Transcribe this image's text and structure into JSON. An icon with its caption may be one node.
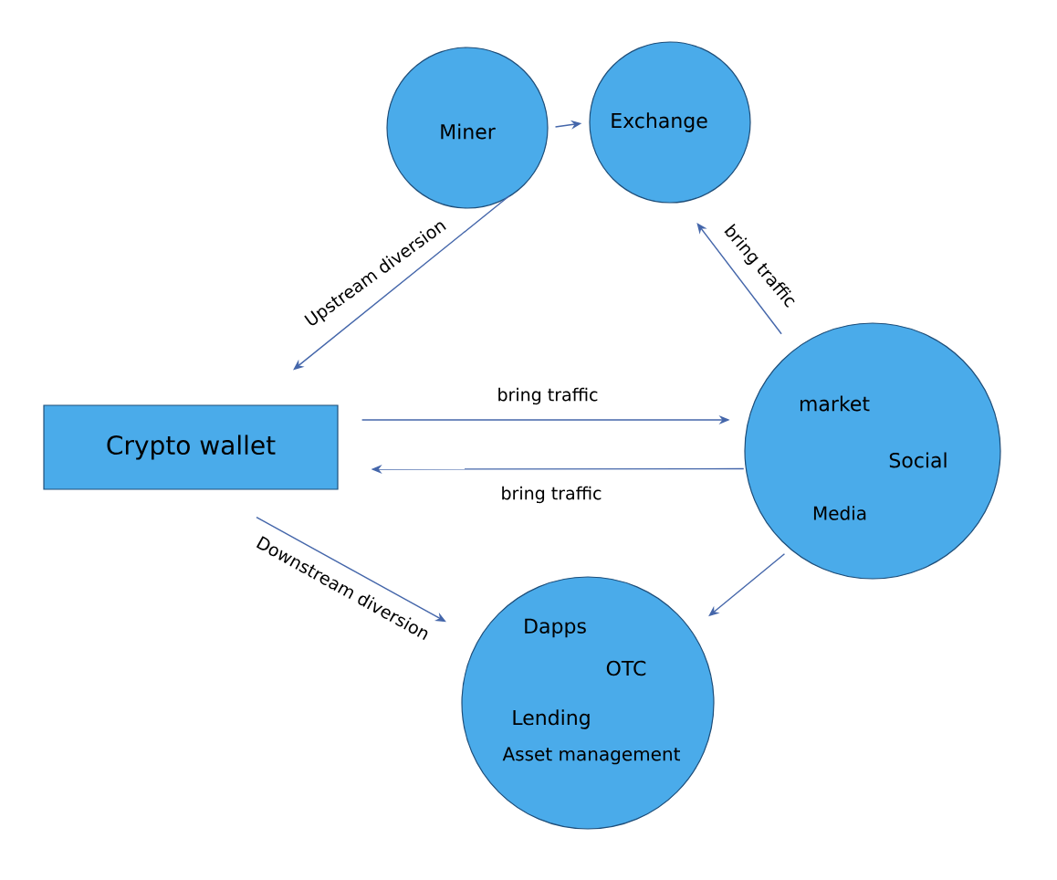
{
  "diagram": {
    "nodes": [
      {
        "text": [
          "Miner"
        ]
      },
      {
        "text": [
          "Exchange"
        ]
      },
      {
        "text": [
          "Crypto wallet"
        ]
      },
      {
        "text": [
          "market",
          "Social",
          "Media"
        ]
      },
      {
        "text": [
          "Dapps",
          "OTC",
          "Lending",
          "Asset management"
        ]
      }
    ],
    "edges": [
      {
        "from": 0,
        "to": 1,
        "arrow": "to"
      },
      {
        "from": 0,
        "to": 2,
        "arrow": "to",
        "label": "Upstream diversion"
      },
      {
        "from": 3,
        "to": 1,
        "arrow": "to",
        "label": "bring traffic"
      },
      {
        "from": 2,
        "to": 3,
        "arrow": "to",
        "label": "bring traffic"
      },
      {
        "from": 3,
        "to": 2,
        "arrow": "to",
        "label": "bring traffic"
      },
      {
        "from": 2,
        "to": 4,
        "arrow": "to",
        "label": "Downstream diversion"
      },
      {
        "from": 3,
        "to": 4,
        "arrow": "to"
      }
    ]
  }
}
